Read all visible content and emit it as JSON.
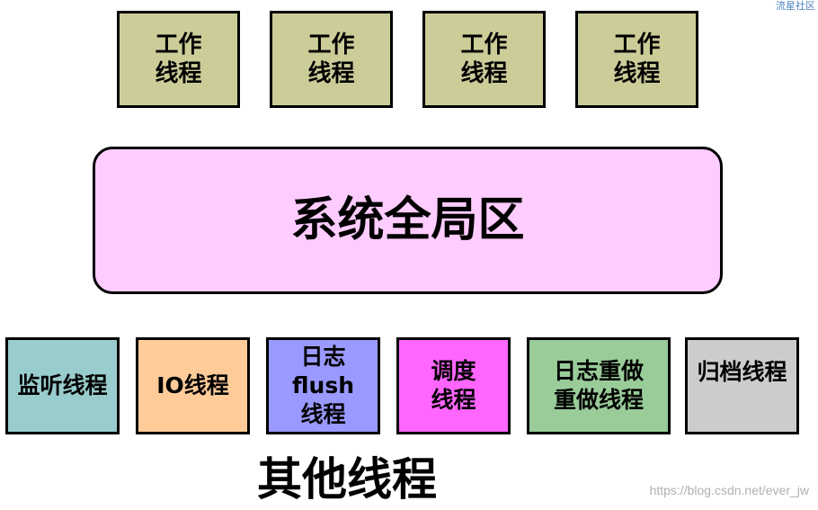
{
  "corner_mark": "流星社区",
  "worker_threads": [
    {
      "label": "工作\n线程"
    },
    {
      "label": "工作\n线程"
    },
    {
      "label": "工作\n线程"
    },
    {
      "label": "工作\n线程"
    }
  ],
  "global_area": {
    "label": "系统全局区"
  },
  "other_threads": [
    {
      "label": "监听线程",
      "color": "#99cccc"
    },
    {
      "label": "IO线程",
      "color": "#ffcc99"
    },
    {
      "label": "日志\nflush\n线程",
      "color": "#9999ff"
    },
    {
      "label": "调度\n线程",
      "color": "#ff66ff"
    },
    {
      "label": "日志重做\n重做线程",
      "color": "#99cc99"
    },
    {
      "label": "归档线程",
      "color": "#cccccc"
    }
  ],
  "other_threads_title": "其他线程",
  "watermark": "https://blog.csdn.net/ever_jw"
}
